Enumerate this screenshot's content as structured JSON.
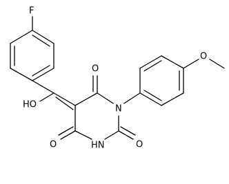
{
  "molecule": {
    "labels": {
      "fluorine": "F",
      "hydroxyl": "HO",
      "ketone_o_upper": "O",
      "ring_nitrogen": "N",
      "methoxy_oxygen": "O",
      "ketone_o_left": "O",
      "imide_nh": "HN",
      "ketone_o_right": "O"
    },
    "colors": {
      "bond": "#000000",
      "text": "#000000",
      "background": "#ffffff"
    }
  }
}
